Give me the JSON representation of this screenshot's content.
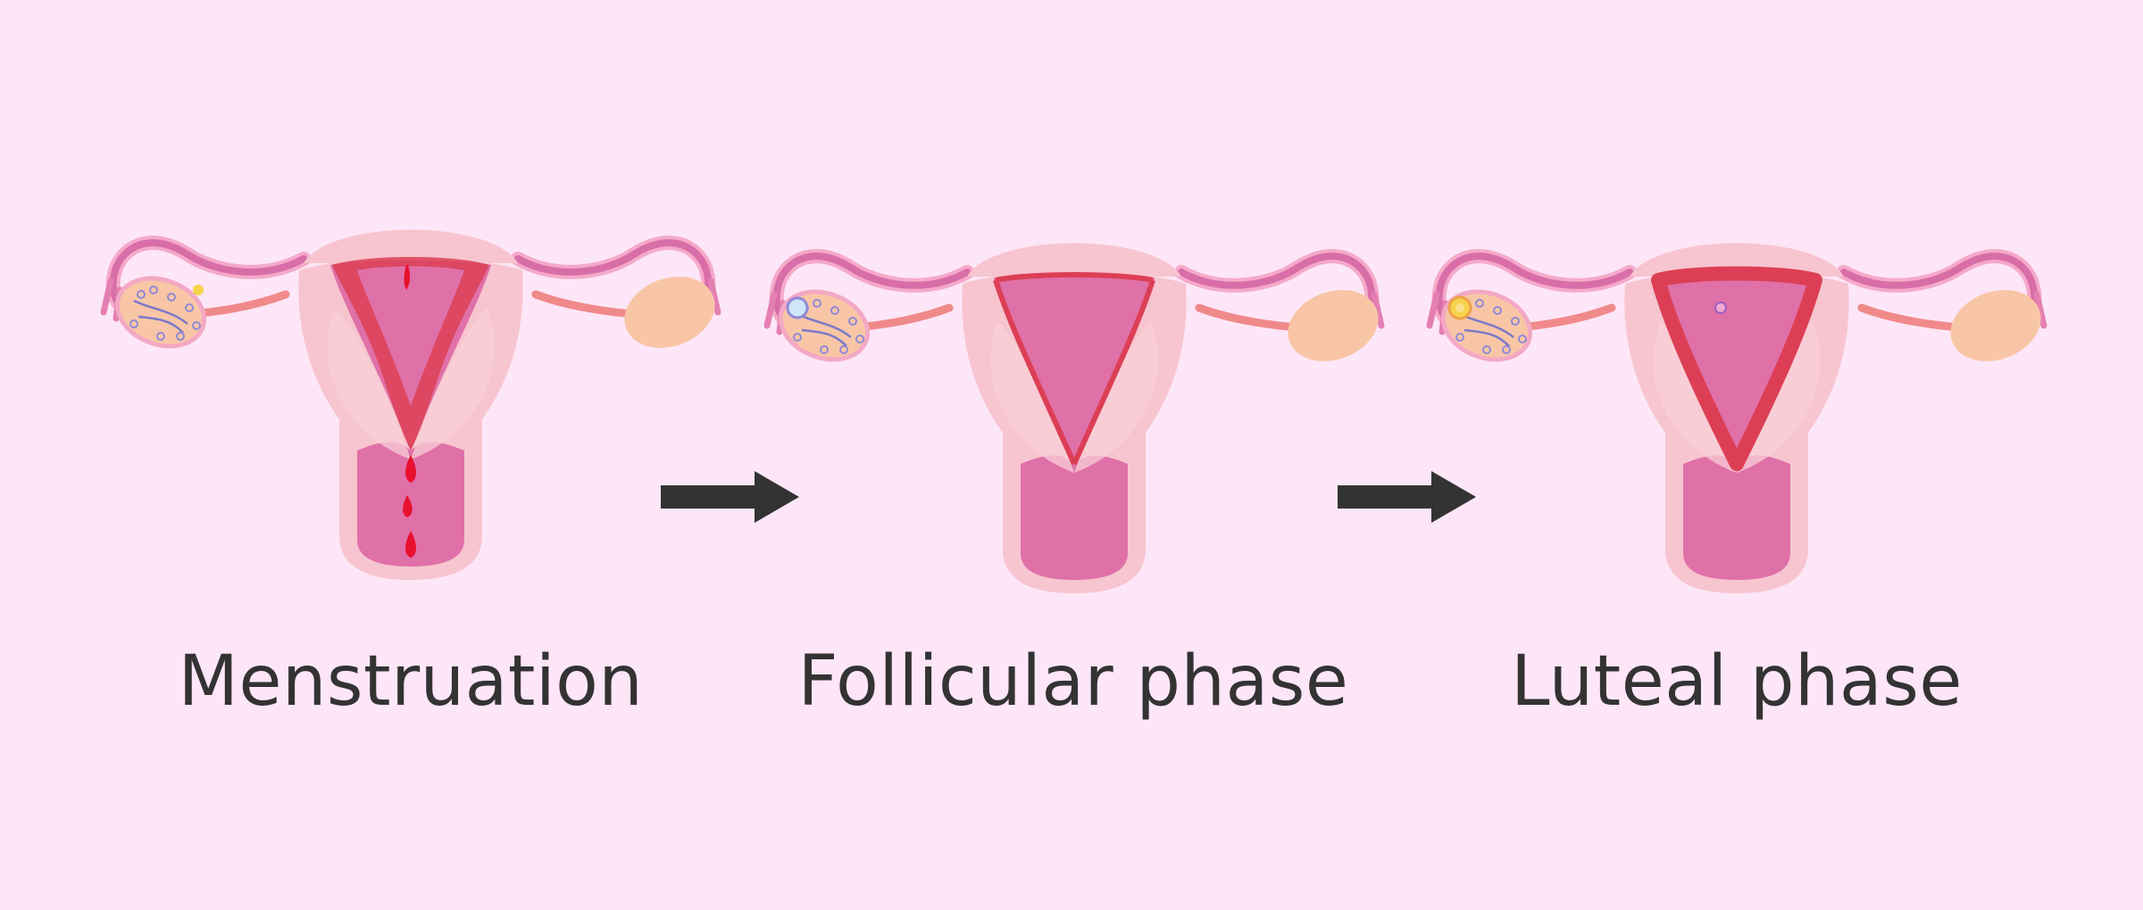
{
  "captions": {
    "menstruation": "Menstruation",
    "follicular": "Follicular phase",
    "luteal": "Luteal phase"
  },
  "colors": {
    "background": "#fde6f8",
    "uterus_outer": "#f7c5cf",
    "uterus_inner": "#e070a8",
    "lining": "#dc3f55",
    "blood": "#e8102e",
    "ovary": "#f8c6a6",
    "tube": "#d86ea8",
    "arrow": "#333333",
    "text": "#333333"
  },
  "stages": [
    {
      "name": "menstruation",
      "icon": "uterus-menstruation-icon"
    },
    {
      "name": "follicular",
      "icon": "uterus-follicular-icon"
    },
    {
      "name": "luteal",
      "icon": "uterus-luteal-icon"
    }
  ]
}
